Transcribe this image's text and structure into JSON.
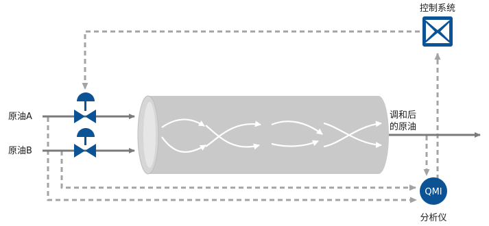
{
  "diagram": {
    "control_system": {
      "label": "控制系统"
    },
    "inputs": [
      {
        "label": "原油A"
      },
      {
        "label": "原油B"
      }
    ],
    "output": {
      "label_line1": "调和后",
      "label_line2": "的原油"
    },
    "analyzer": {
      "badge": "QMI",
      "label": "分析仪"
    }
  },
  "colors": {
    "pipe": "#7a7a7a",
    "signal_line": "#a3a3a3",
    "valve": "#0b5394",
    "blender_body": "#c9c9c9",
    "flow_arrow": "#ffffff"
  },
  "icons": {
    "valve": "control-valve-icon",
    "control_system": "control-system-icon",
    "analyzer": "analyzer-icon"
  }
}
